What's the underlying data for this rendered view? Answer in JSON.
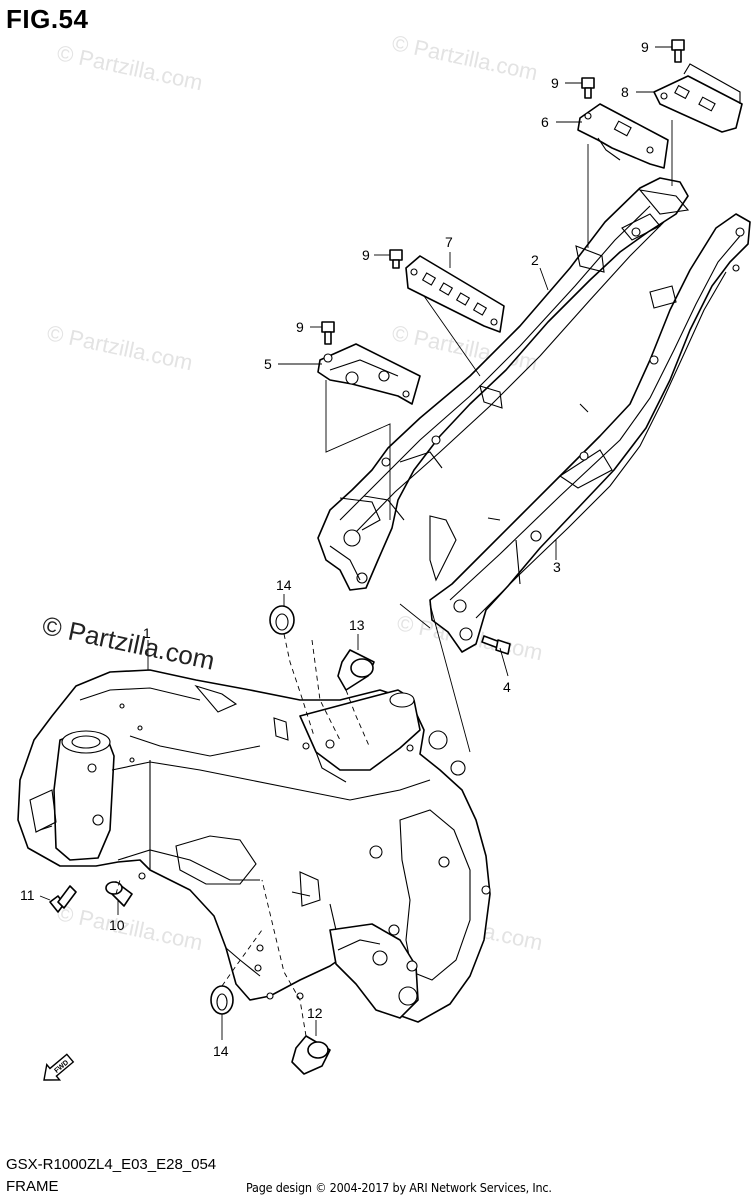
{
  "figure": {
    "title": "FIG.54",
    "model_code": "GSX-R1000ZL4_E03_E28_054",
    "section_name": "FRAME",
    "page_credit": "Page design © 2004-2017 by ARI Network Services, Inc.",
    "copyright_mark": "© Partzilla.com",
    "watermark_text": "© Partzilla.com",
    "fwd_label": "FWD"
  },
  "callouts": [
    {
      "id": "1",
      "label": "1"
    },
    {
      "id": "2",
      "label": "2"
    },
    {
      "id": "3",
      "label": "3"
    },
    {
      "id": "4",
      "label": "4"
    },
    {
      "id": "5",
      "label": "5"
    },
    {
      "id": "6",
      "label": "6"
    },
    {
      "id": "7",
      "label": "7"
    },
    {
      "id": "8",
      "label": "8"
    },
    {
      "id": "9a",
      "label": "9"
    },
    {
      "id": "9b",
      "label": "9"
    },
    {
      "id": "9c",
      "label": "9"
    },
    {
      "id": "9d",
      "label": "9"
    },
    {
      "id": "10",
      "label": "10"
    },
    {
      "id": "11",
      "label": "11"
    },
    {
      "id": "12",
      "label": "12"
    },
    {
      "id": "13",
      "label": "13"
    },
    {
      "id": "14a",
      "label": "14"
    },
    {
      "id": "14b",
      "label": "14"
    }
  ]
}
